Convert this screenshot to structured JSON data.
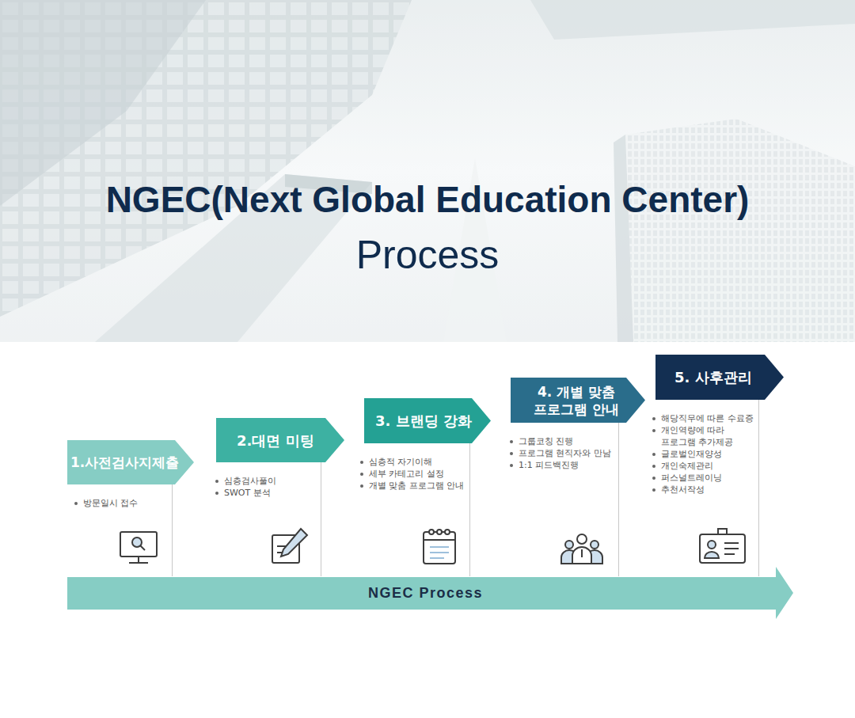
{
  "diagram": {
    "title": "NGEC(Next Global Education Center)",
    "nodes": [
      {
        "text": [
          "1.사전검사지제출"
        ]
      },
      {
        "text": [
          "2.대면 미팅"
        ]
      },
      {
        "text": [
          "3. 브랜딩 강화"
        ]
      },
      {
        "text": [
          "4. 개별 맞춤 프로그램 안내"
        ]
      },
      {
        "text": [
          "5. 사후관리"
        ]
      },
      {
        "text": [
          "NGEC Process"
        ]
      }
    ],
    "labels": [
      "Process",
      "방문일시 접수",
      "심층검사풀이",
      "SWOT 분석",
      "심층적 자기이해",
      "세부 카테고리 설정",
      "개별 맞춤 프로그램 안내",
      "그룹코칭 진행",
      "프로그램 현직자와 만남",
      "1:1 피드백진행",
      "해당직무에 따른 수료증",
      "개인역량에 따라 프로그램 추가제공",
      "글로벌인재양성",
      "개인숙제관리",
      "퍼스널트레이닝",
      "추천서작성"
    ]
  }
}
